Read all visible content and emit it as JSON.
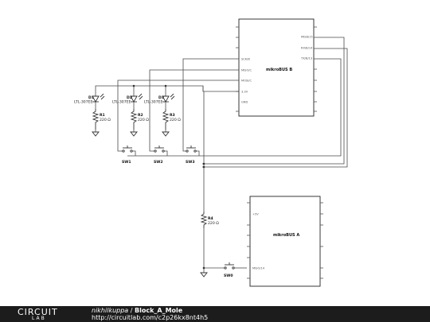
{
  "schematic": {
    "leds": [
      {
        "ref": "D1",
        "part": "LTL-307EE"
      },
      {
        "ref": "D2",
        "part": "LTL-307EE"
      },
      {
        "ref": "D3",
        "part": "LTL-307EE"
      }
    ],
    "resistors": [
      {
        "ref": "R1",
        "value": "220 Ω"
      },
      {
        "ref": "R2",
        "value": "220 Ω"
      },
      {
        "ref": "R3",
        "value": "220 Ω"
      },
      {
        "ref": "R4",
        "value": "220 Ω"
      }
    ],
    "switches": [
      "SW1",
      "SW2",
      "SW3",
      "SW0"
    ],
    "mikrobus_b": {
      "name": "mikroBUS B",
      "left_pins": [
        "SCK/B",
        "MISO/C",
        "MOSI/C",
        "3.3V",
        "GND"
      ],
      "right_pins": [
        "MISB/15",
        "RX/B/14",
        "TX/B/13"
      ]
    },
    "mikrobus_a": {
      "name": "mikroBUS A",
      "left_pins": [
        "+5V",
        "MISO/14"
      ]
    }
  },
  "footer": {
    "logo_top": "CIRCUIT",
    "logo_bottom": "LAB",
    "author": "nikhilkuppa",
    "separator": " / ",
    "title": "Block_A_Mole",
    "url": "http://circuitlab.com/c2p26kx8nt4h5"
  }
}
